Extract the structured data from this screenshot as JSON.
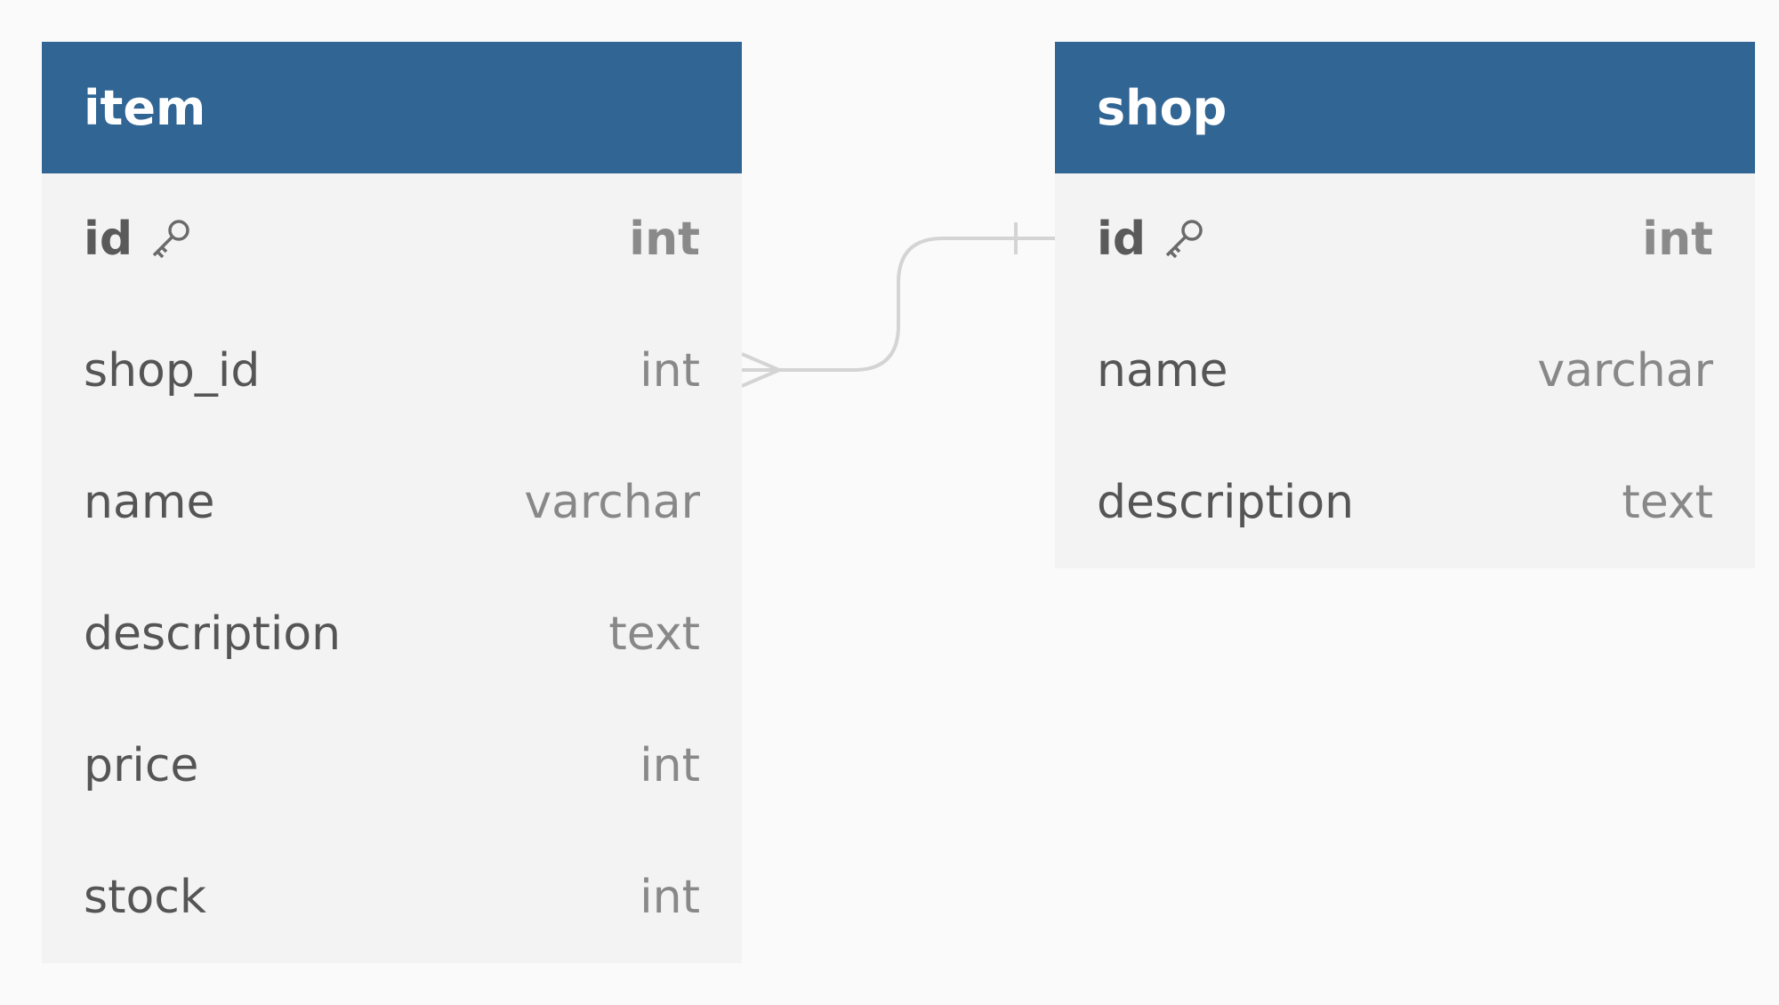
{
  "tables": {
    "item": {
      "title": "item",
      "columns": [
        {
          "name": "id",
          "type": "int",
          "primary_key": true
        },
        {
          "name": "shop_id",
          "type": "int",
          "primary_key": false
        },
        {
          "name": "name",
          "type": "varchar",
          "primary_key": false
        },
        {
          "name": "description",
          "type": "text",
          "primary_key": false
        },
        {
          "name": "price",
          "type": "int",
          "primary_key": false
        },
        {
          "name": "stock",
          "type": "int",
          "primary_key": false
        }
      ]
    },
    "shop": {
      "title": "shop",
      "columns": [
        {
          "name": "id",
          "type": "int",
          "primary_key": true
        },
        {
          "name": "name",
          "type": "varchar",
          "primary_key": false
        },
        {
          "name": "description",
          "type": "text",
          "primary_key": false
        }
      ]
    }
  },
  "relationship": {
    "from": "item.shop_id",
    "to": "shop.id",
    "from_cardinality": "many",
    "to_cardinality": "one"
  },
  "colors": {
    "header": "#316593",
    "body": "#f3f3f3",
    "background": "#fafafa",
    "connector": "#d0d0d0"
  },
  "icons": {
    "primary_key": "key-icon"
  }
}
